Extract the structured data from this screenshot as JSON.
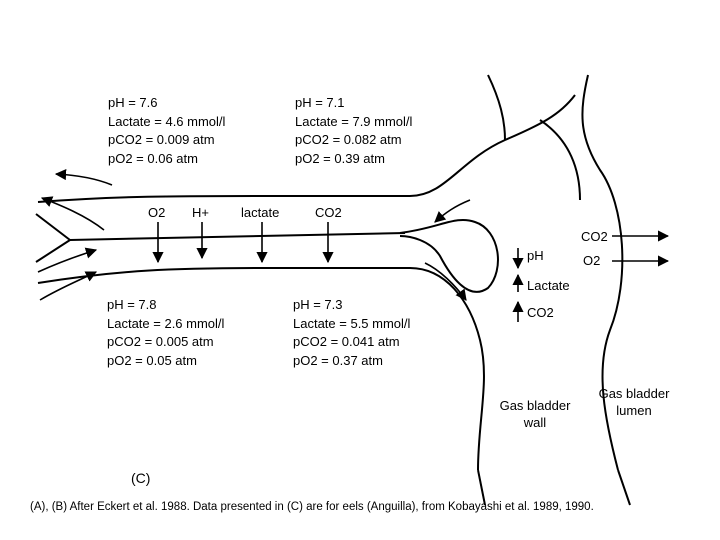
{
  "artery_top": {
    "ph": "pH = 7.6",
    "lactate": "Lactate = 4.6 mmol/l",
    "pco2": "pCO2 = 0.009 atm",
    "po2": "pO2 = 0.06 atm"
  },
  "vein_top": {
    "ph": "pH = 7.1",
    "lactate": "Lactate = 7.9 mmol/l",
    "pco2": "pCO2 = 0.082 atm",
    "po2": "pO2 = 0.39 atm"
  },
  "artery_bottom": {
    "ph": "pH = 7.8",
    "lactate": "Lactate = 2.6 mmol/l",
    "pco2": "pCO2 = 0.005 atm",
    "po2": "pO2 = 0.05 atm"
  },
  "vein_bottom": {
    "ph": "pH = 7.3",
    "lactate": "Lactate = 5.5 mmol/l",
    "pco2": "pCO2 = 0.041 atm",
    "po2": "pO2 = 0.37 atm"
  },
  "diffusion": {
    "o2": "O2",
    "h": "H+",
    "lactate": "lactate",
    "co2": "CO2"
  },
  "gland": {
    "ph": "pH",
    "lactate": "Lactate",
    "co2": "CO2"
  },
  "lumen_exchange": {
    "co2": "CO2",
    "o2": "O2"
  },
  "labels": {
    "wall": "Gas bladder wall",
    "lumen": "Gas bladder lumen",
    "panel": "(C)"
  },
  "caption": "(A), (B) After Eckert et al. 1988. Data presented in (C) are for eels (Anguilla), from Kobayashi et al. 1989, 1990."
}
